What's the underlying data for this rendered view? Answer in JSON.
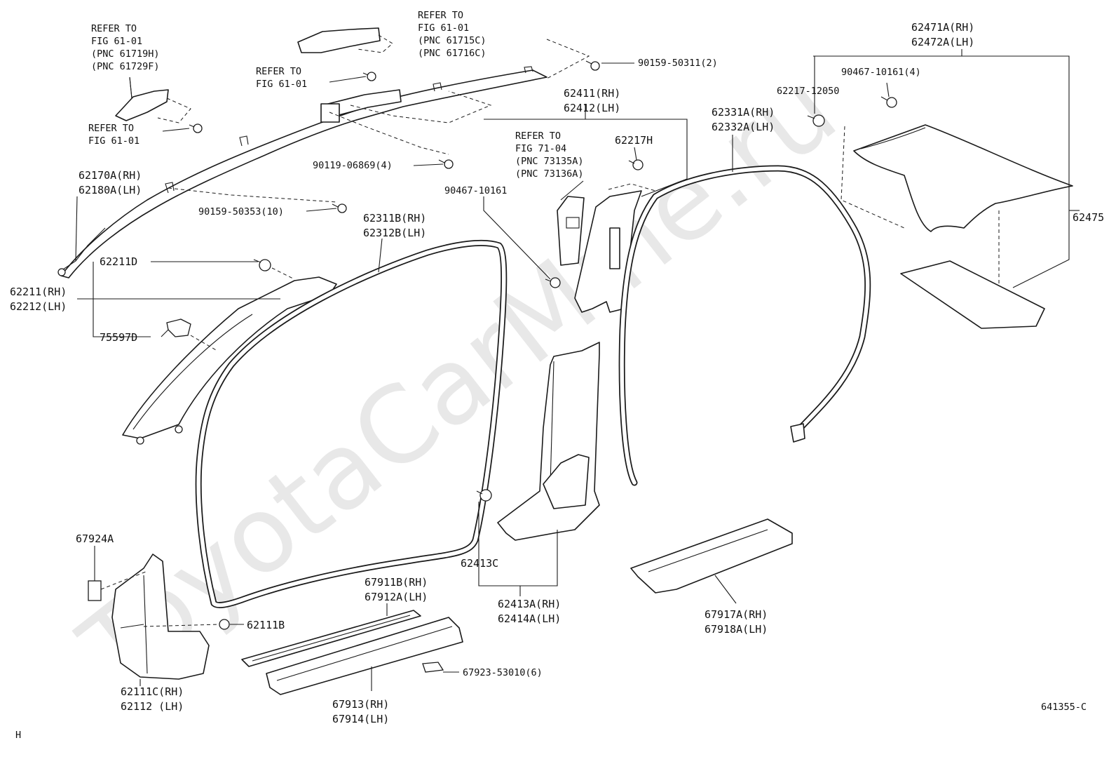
{
  "watermark": "ToyotaCarMine.ru",
  "figure_code": "641355-C",
  "corner_mark": "H",
  "labels": {
    "refer_61719": [
      "REFER TO",
      "FIG 61-01",
      "(PNC 61719H)",
      "(PNC 61729F)"
    ],
    "refer_61715": [
      "REFER TO",
      "FIG 61-01",
      "(PNC 61715C)",
      "(PNC 61716C)"
    ],
    "refer_bolt_a": [
      "REFER TO",
      "FIG 61-01"
    ],
    "refer_bolt_b": [
      "REFER TO",
      "FIG 61-01"
    ],
    "refer_73135": [
      "REFER TO",
      "FIG 71-04",
      "(PNC 73135A)",
      "(PNC 73136A)"
    ],
    "p90159_50311": "90159-50311(2)",
    "p90119_06869": "90119-06869(4)",
    "p90159_50353": "90159-50353(10)",
    "p62170": [
      "62170A(RH)",
      "62180A(LH)"
    ],
    "p62211D": "62211D",
    "p62211": [
      "62211(RH)",
      "62212(LH)"
    ],
    "p75597D": "75597D",
    "p62311B": [
      "62311B(RH)",
      "62312B(LH)"
    ],
    "p62411": [
      "62411(RH)",
      "62412(LH)"
    ],
    "p62217H": "62217H",
    "p90467_10161": "90467-10161",
    "p62331A": [
      "62331A(RH)",
      "62332A(LH)"
    ],
    "p62471A": [
      "62471A(RH)",
      "62472A(LH)"
    ],
    "p90467_10161_4": "90467-10161(4)",
    "p62217_12050": "62217-12050",
    "p62475": "62475",
    "p62413C": "62413C",
    "p62413A": [
      "62413A(RH)",
      "62414A(LH)"
    ],
    "p67924A": "67924A",
    "p62111B": "62111B",
    "p62111C": [
      "62111C(RH)",
      "62112 (LH)"
    ],
    "p67911B": [
      "67911B(RH)",
      "67912A(LH)"
    ],
    "p67913": [
      "67913(RH)",
      "67914(LH)"
    ],
    "p67923": "67923-53010(6)",
    "p67917A": [
      "67917A(RH)",
      "67918A(LH)"
    ]
  }
}
